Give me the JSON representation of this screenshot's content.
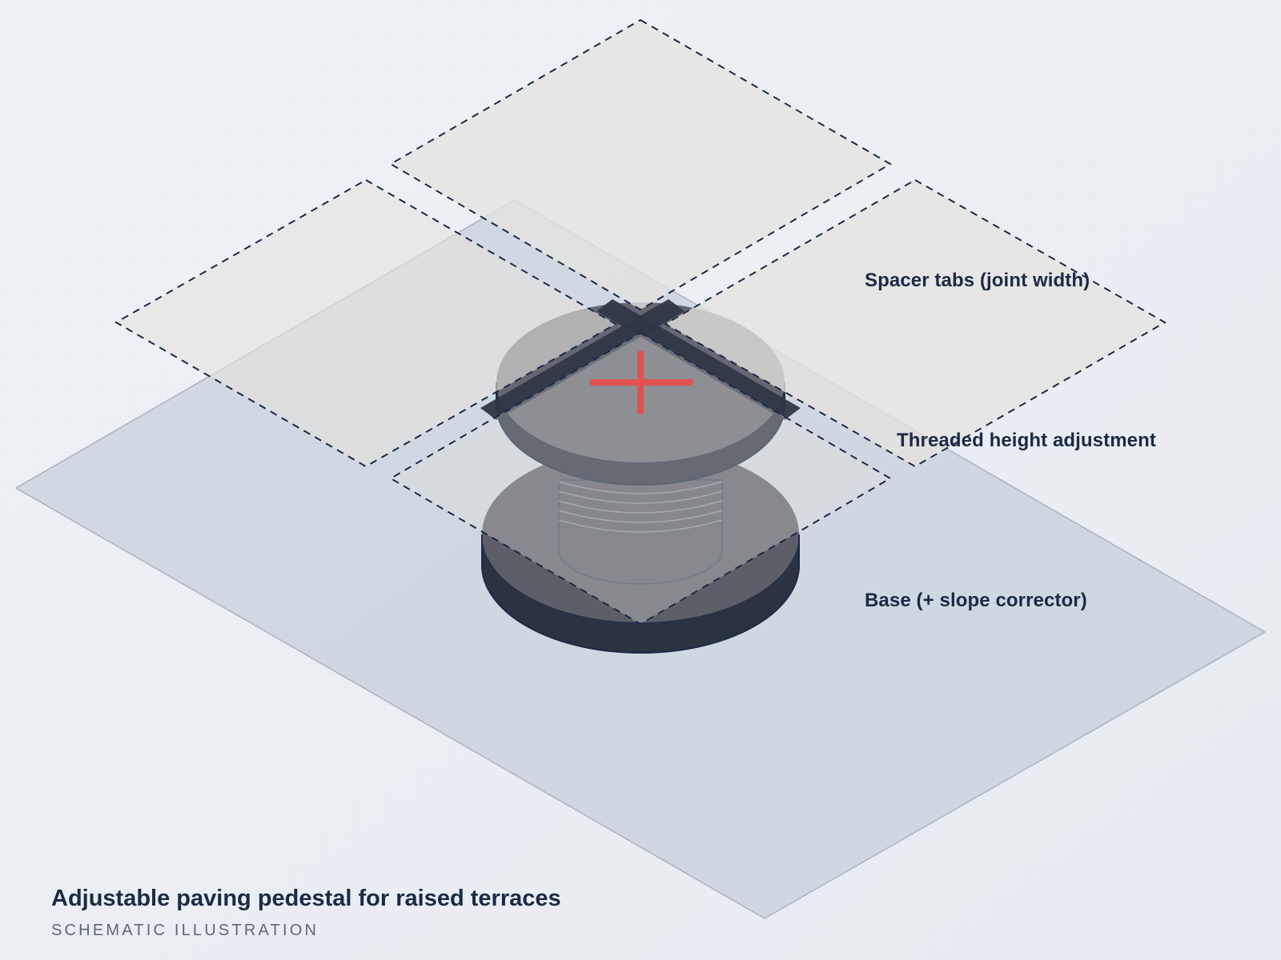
{
  "diagram": {
    "callouts": {
      "spacer_tabs": "Spacer tabs (joint width)",
      "threaded_height": "Threaded height adjustment",
      "base": "Base (+ slope corrector)"
    },
    "colors": {
      "background": "#e8edf3",
      "ground_plane": "#c9d2dd",
      "tile_fill": "#e4e3e0",
      "tile_outline": "#1b2a46",
      "pedestal_body": "#5a5d66",
      "pedestal_dark": "#2c3340",
      "center_mark": "#e05252",
      "label_text": "#1b2a46"
    },
    "icons": {
      "center_mark": "crosshair-icon"
    }
  },
  "footer": {
    "title": "Adjustable paving pedestal for raised terraces",
    "subtitle": "SCHEMATIC ILLUSTRATION"
  }
}
